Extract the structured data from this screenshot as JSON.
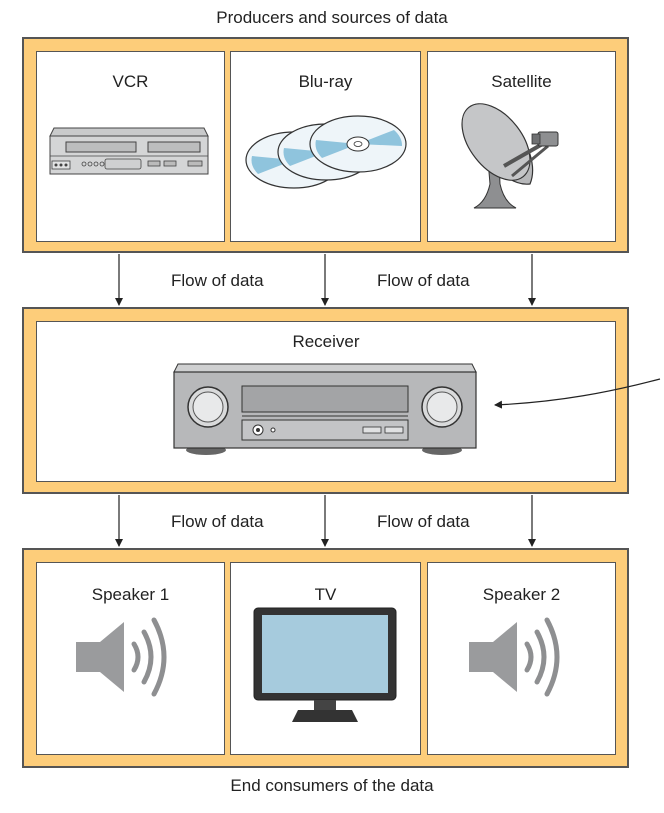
{
  "top_caption": "Producers and sources of data",
  "bottom_caption": "End consumers of the data",
  "producers": [
    {
      "label": "VCR",
      "icon": "vcr-icon"
    },
    {
      "label": "Blu-ray",
      "icon": "blu-ray-discs-icon"
    },
    {
      "label": "Satellite",
      "icon": "satellite-dish-icon"
    }
  ],
  "receiver": {
    "label": "Receiver",
    "icon": "av-receiver-icon"
  },
  "consumers": [
    {
      "label": "Speaker 1",
      "icon": "speaker-icon"
    },
    {
      "label": "TV",
      "icon": "tv-icon"
    },
    {
      "label": "Speaker 2",
      "icon": "speaker-icon"
    }
  ],
  "flows": {
    "upper": [
      "Flow of data",
      "Flow of data"
    ],
    "lower": [
      "Flow of data",
      "Flow of data"
    ]
  },
  "colors": {
    "group_fill": "#fdcd7a",
    "device_gray": "#b7b8ba",
    "tv_screen": "#a6cbdd",
    "disc_blue": "#8fc4dd"
  }
}
